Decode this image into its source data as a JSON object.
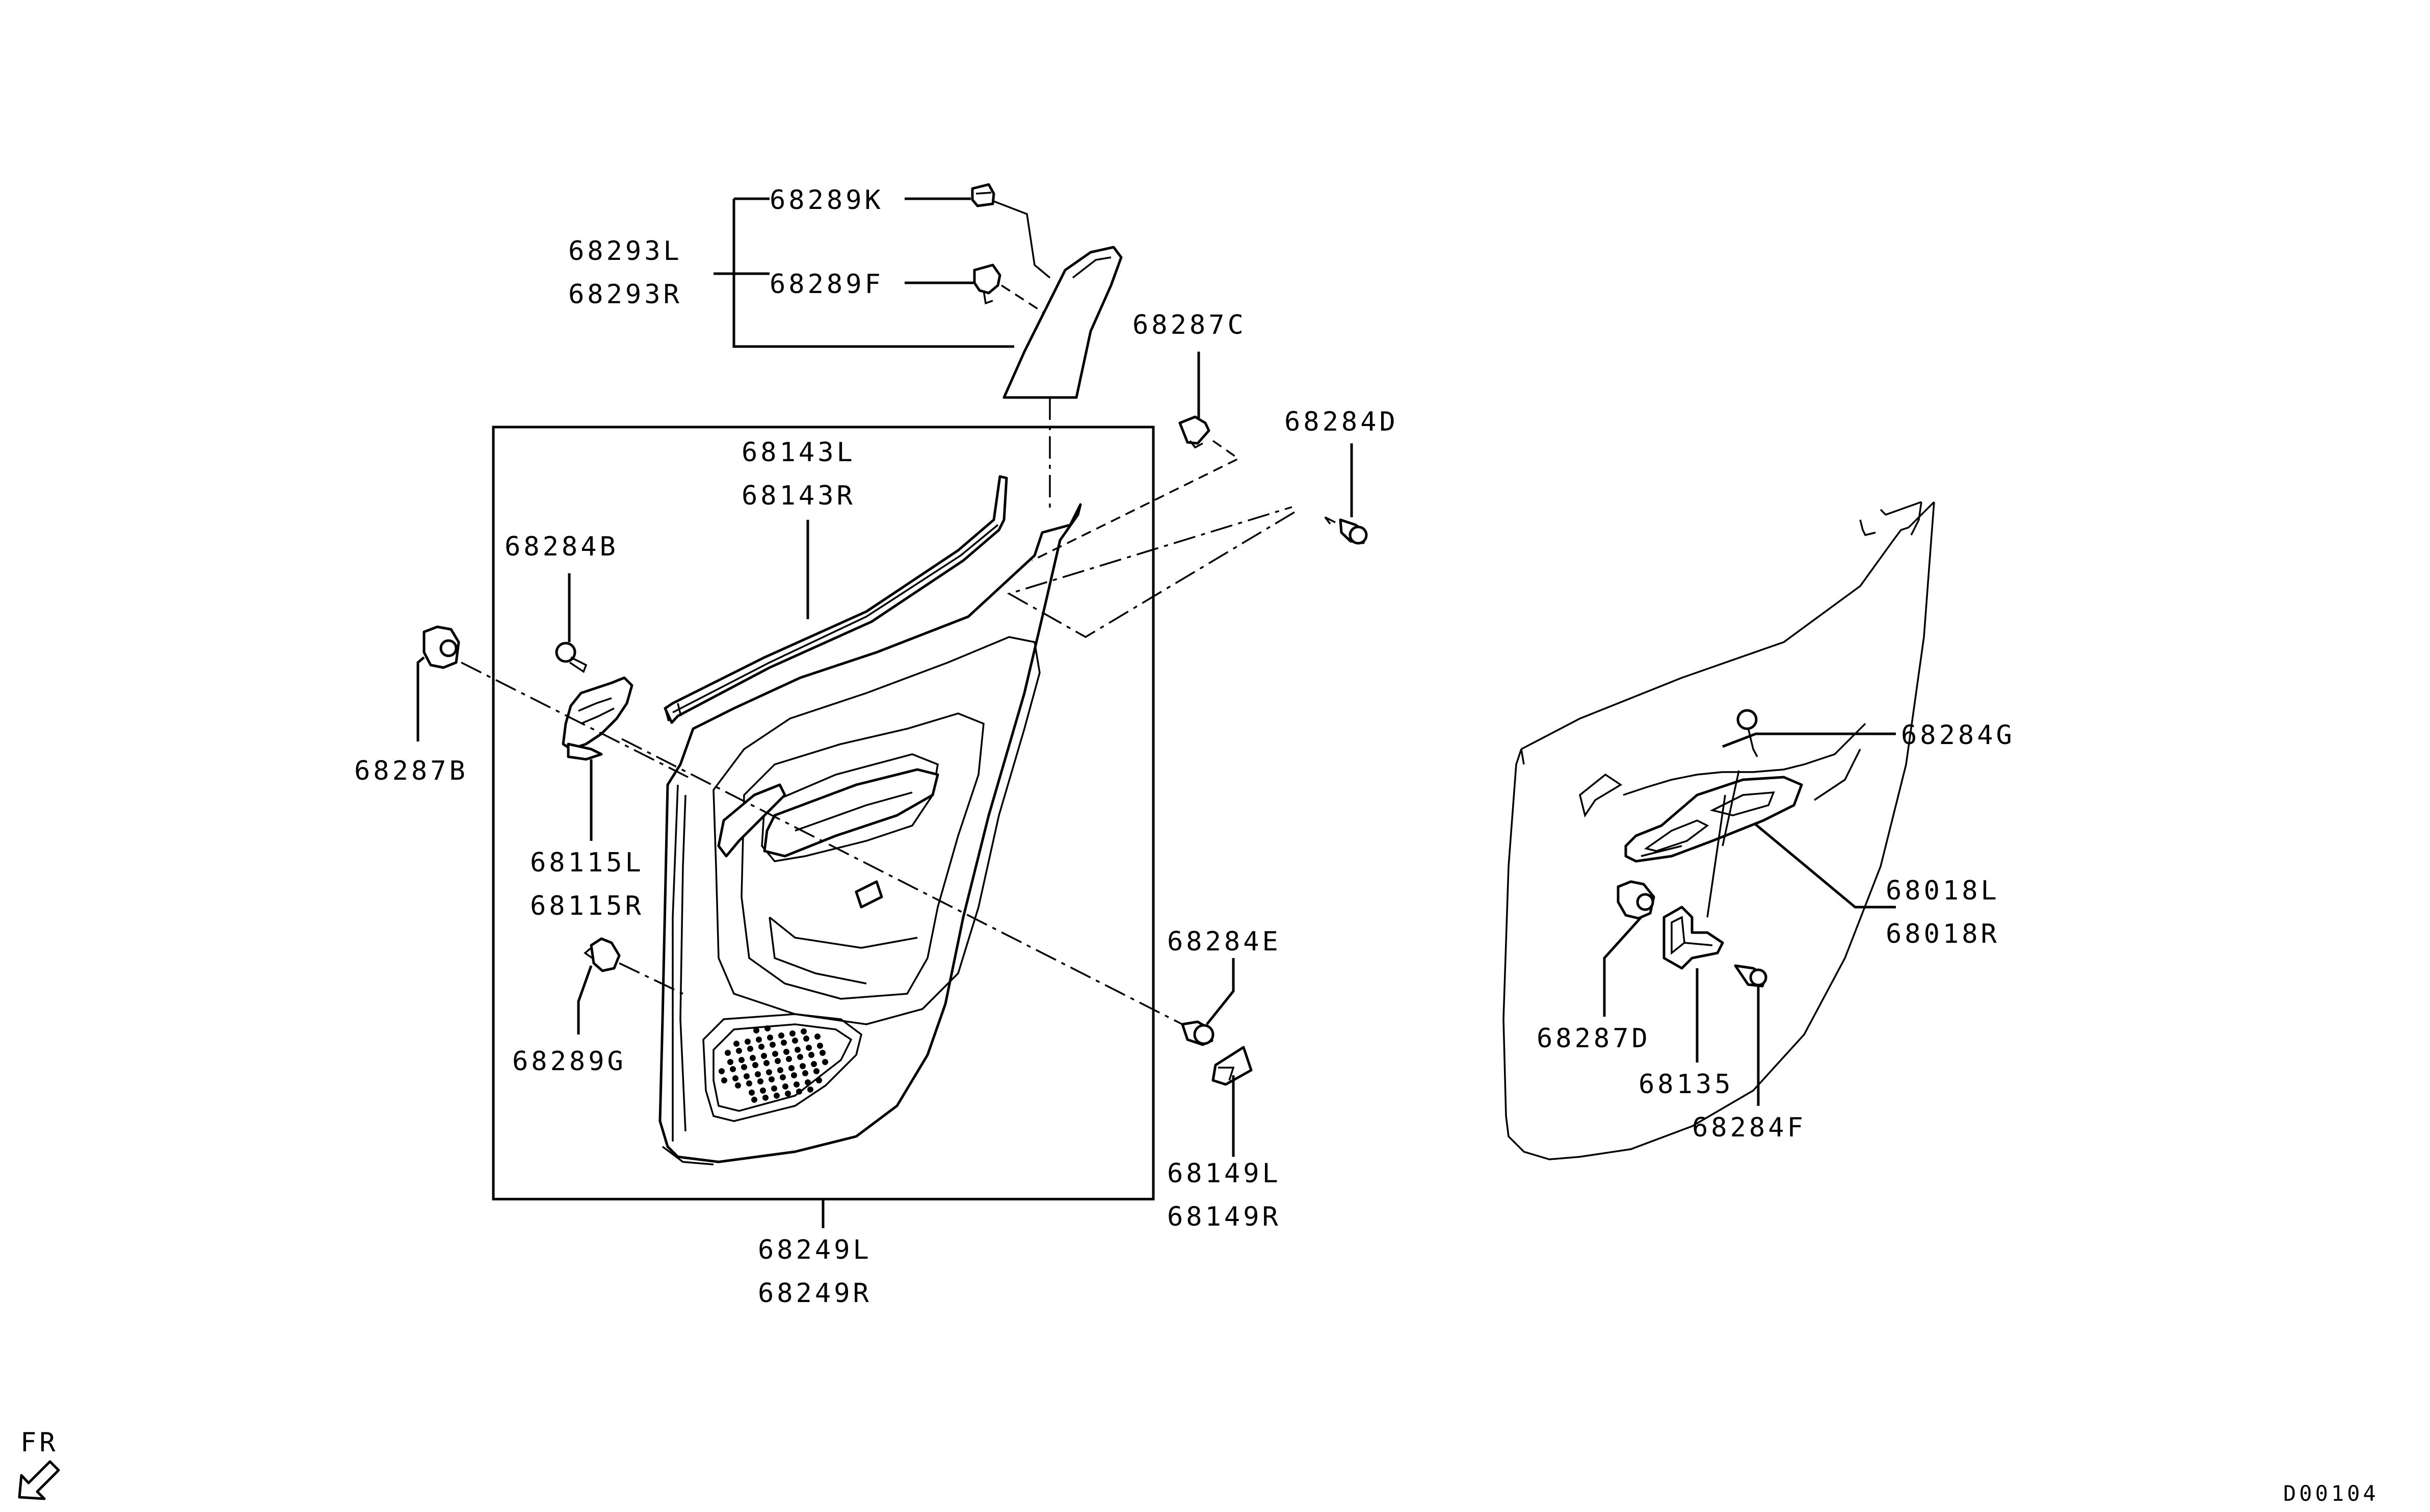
{
  "labels": {
    "p68289K": "68289K",
    "p68293L": "68293L",
    "p68293R": "68293R",
    "p68289F": "68289F",
    "p68287C": "68287C",
    "p68284D": "68284D",
    "p68143L": "68143L",
    "p68143R": "68143R",
    "p68284B": "68284B",
    "p68287B": "68287B",
    "p68115L": "68115L",
    "p68115R": "68115R",
    "p68289G": "68289G",
    "p68284E": "68284E",
    "p68149L": "68149L",
    "p68149R": "68149R",
    "p68249L": "68249L",
    "p68249R": "68249R",
    "p68284G": "68284G",
    "p68018L": "68018L",
    "p68018R": "68018R",
    "p68287D": "68287D",
    "p68135": "68135",
    "p68284F": "68284F"
  },
  "orientation": "FR",
  "diagram_code": "D00104"
}
